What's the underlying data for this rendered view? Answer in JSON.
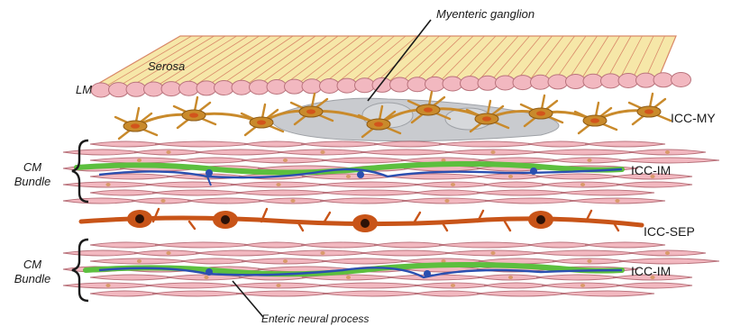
{
  "labels": {
    "myenteric_ganglion": "Myenteric ganglion",
    "serosa": "Serosa",
    "lm": "LM",
    "icc_my": "ICC-MY",
    "cm_bundle_top_1": "CM",
    "cm_bundle_top_2": "Bundle",
    "icc_im_top": "ICC-IM",
    "icc_sep": "ICC-SEP",
    "cm_bundle_bottom_1": "CM",
    "cm_bundle_bottom_2": "Bundle",
    "icc_im_bottom": "ICC-IM",
    "enteric_neural_process": "Enteric neural process"
  },
  "colors": {
    "serosa_fill": "#f6e7a8",
    "serosa_line": "#d98a6a",
    "muscle_fill": "#f2b8c0",
    "muscle_line": "#b9737c",
    "nucleus": "#d99a6a",
    "ganglion": "#c9cbcf",
    "icc_my": "#c98a2b",
    "icc_sep": "#c85418",
    "icc_sep_dark": "#7a2a0c",
    "nerve_blue": "#2a4fb0",
    "neuron_green": "#5cbf3e",
    "text": "#1a1a1a"
  },
  "icons": {
    "cm_bundle_brace": "curly-brace-icon"
  }
}
